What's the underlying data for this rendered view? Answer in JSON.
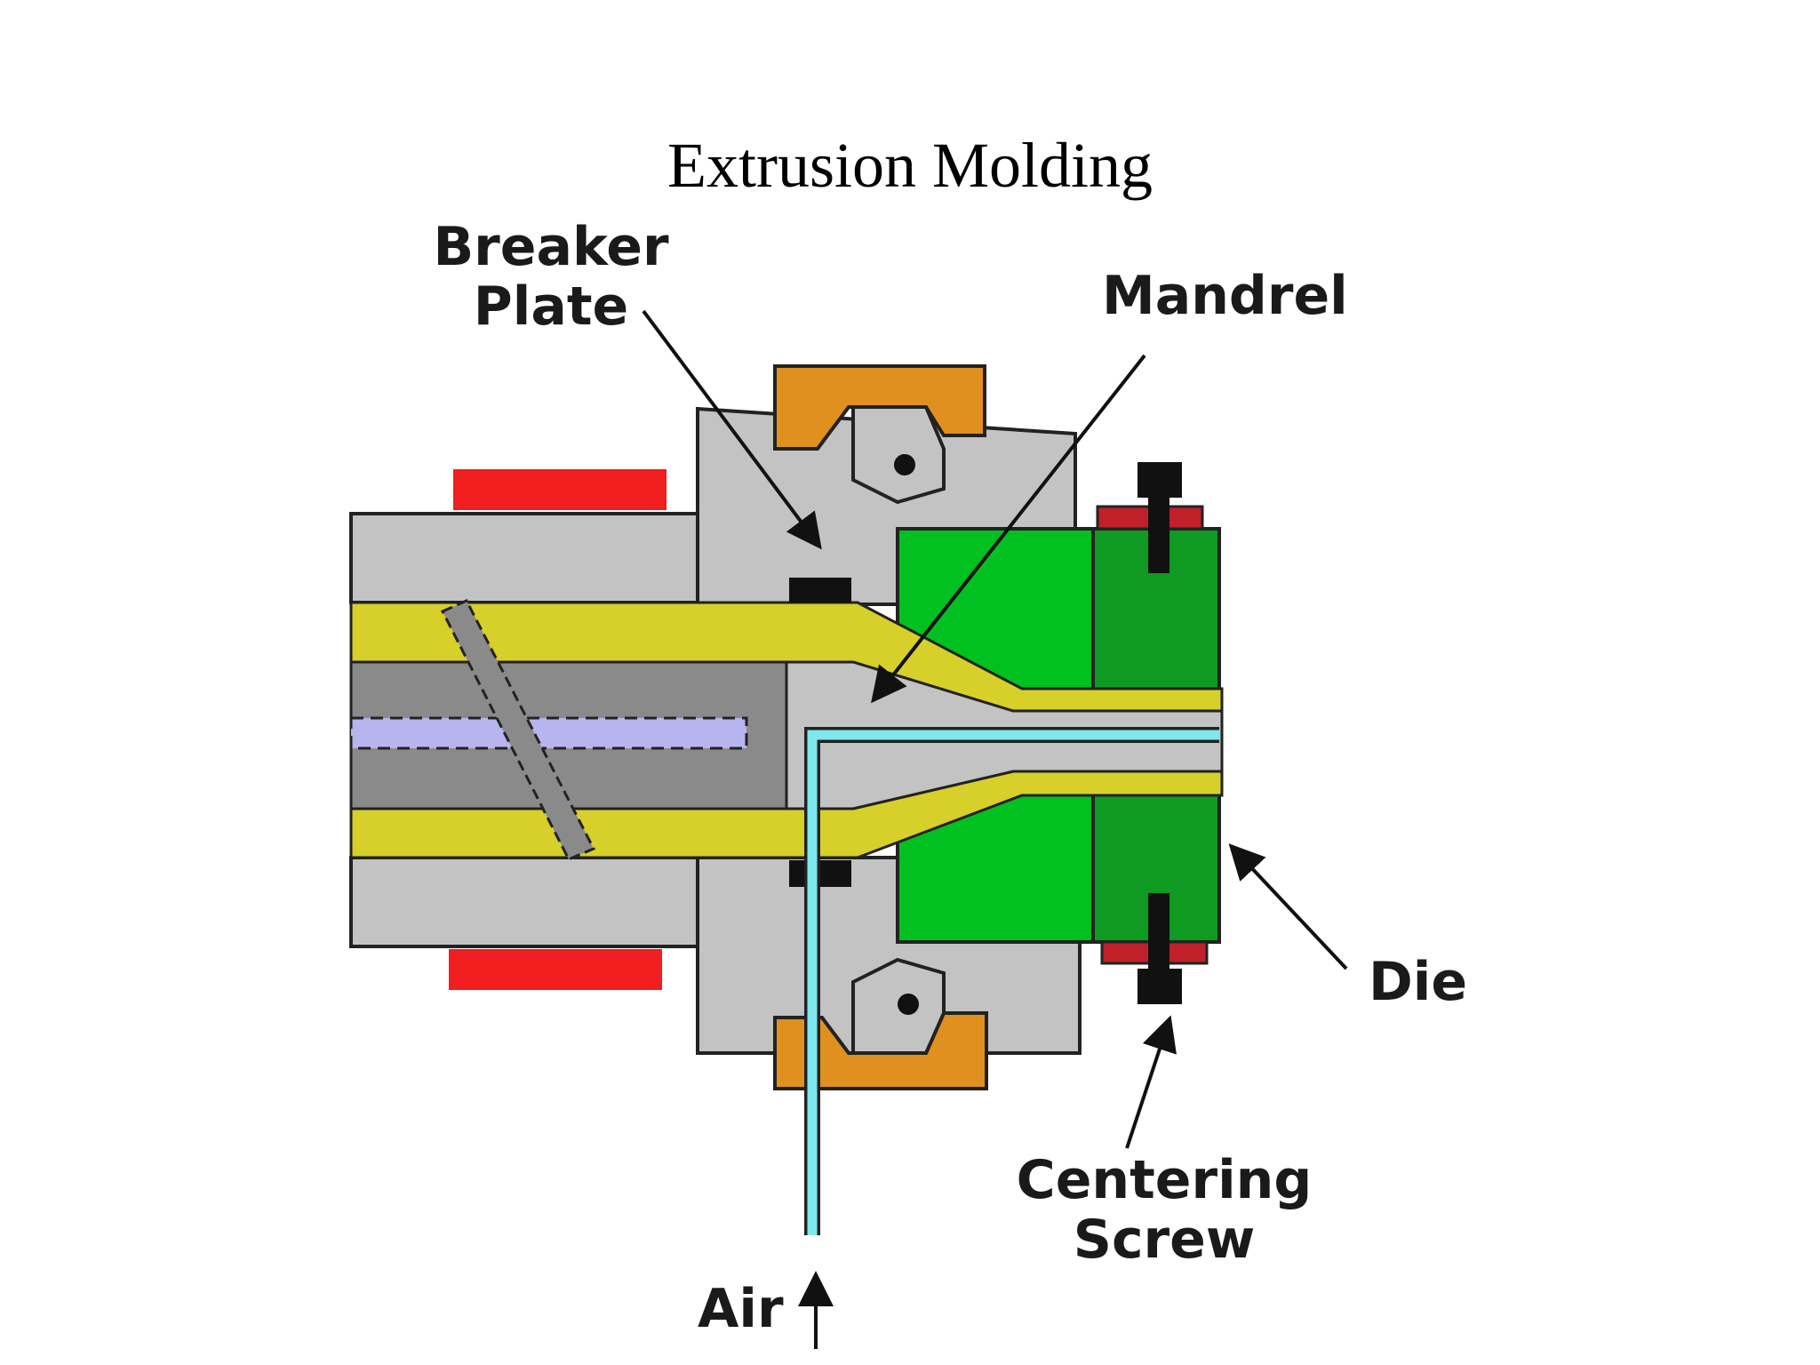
{
  "title": "Extrusion Molding",
  "labels": {
    "breaker_plate_line1": "Breaker",
    "breaker_plate_line2": "Plate",
    "mandrel": "Mandrel",
    "die": "Die",
    "centering_screw_line1": "Centering",
    "centering_screw_line2": "Screw",
    "air": "Air"
  },
  "colors": {
    "barrel": "#c3c3c3",
    "barrel_dark": "#8a8a8a",
    "heater_band": "#f01e1e",
    "clamp": "#e0901e",
    "polymer_melt": "#d7cf2a",
    "die_light": "#00c11f",
    "die_dark": "#0f9a21",
    "air_tube": "#7fe8ee",
    "screw_core": "#b8b4f0",
    "outline": "#222222"
  }
}
